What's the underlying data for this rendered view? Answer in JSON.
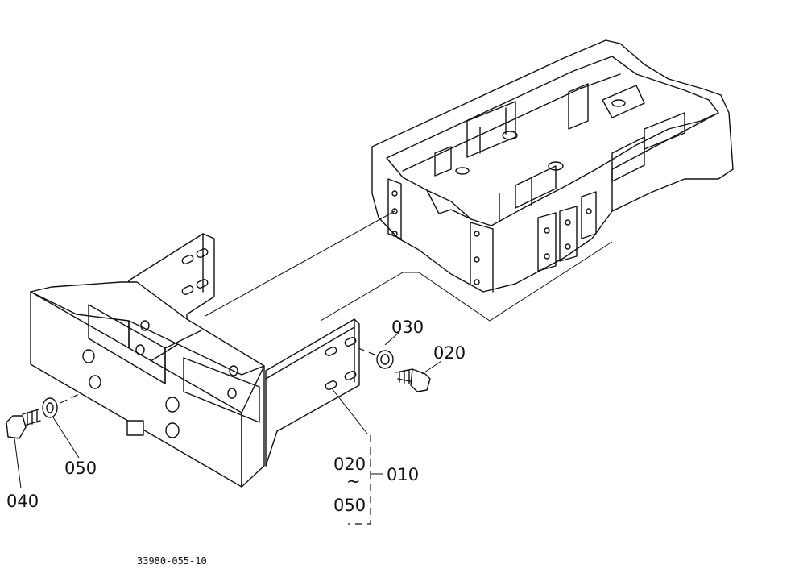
{
  "callouts": {
    "p030": "030",
    "p020": "020",
    "p050": "050",
    "p040": "040",
    "range_start": "020",
    "range_tilde": "~",
    "range_end": "050",
    "assembly": "010"
  },
  "drawing_code": "33980-055-10"
}
